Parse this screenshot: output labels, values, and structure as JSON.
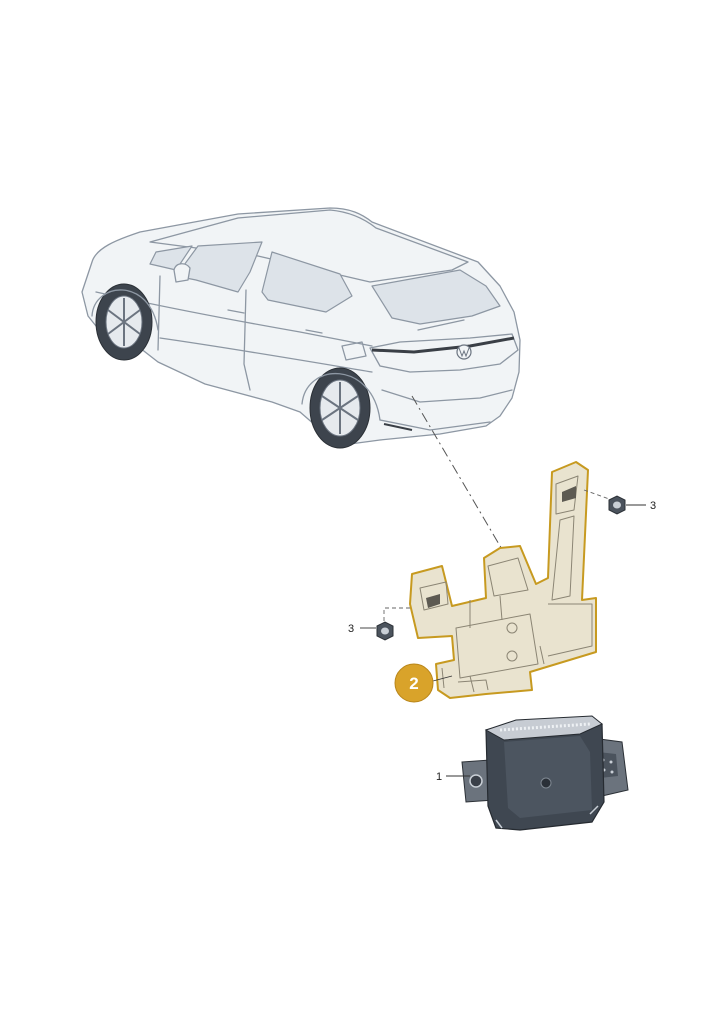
{
  "callouts": {
    "part_1": "1",
    "part_2": "2",
    "part_3_right": "3",
    "part_3_left": "3"
  },
  "colors": {
    "highlight_badge": "#d9a32a",
    "highlight_outline": "#c79a20",
    "car_body": "#f1f4f6",
    "sensor_body": "#3f4751"
  },
  "icons": {
    "car": "vehicle-rear-three-quarter-icon",
    "bracket": "radar-bracket-icon",
    "sensor": "radar-sensor-icon",
    "nut": "hex-nut-icon"
  }
}
